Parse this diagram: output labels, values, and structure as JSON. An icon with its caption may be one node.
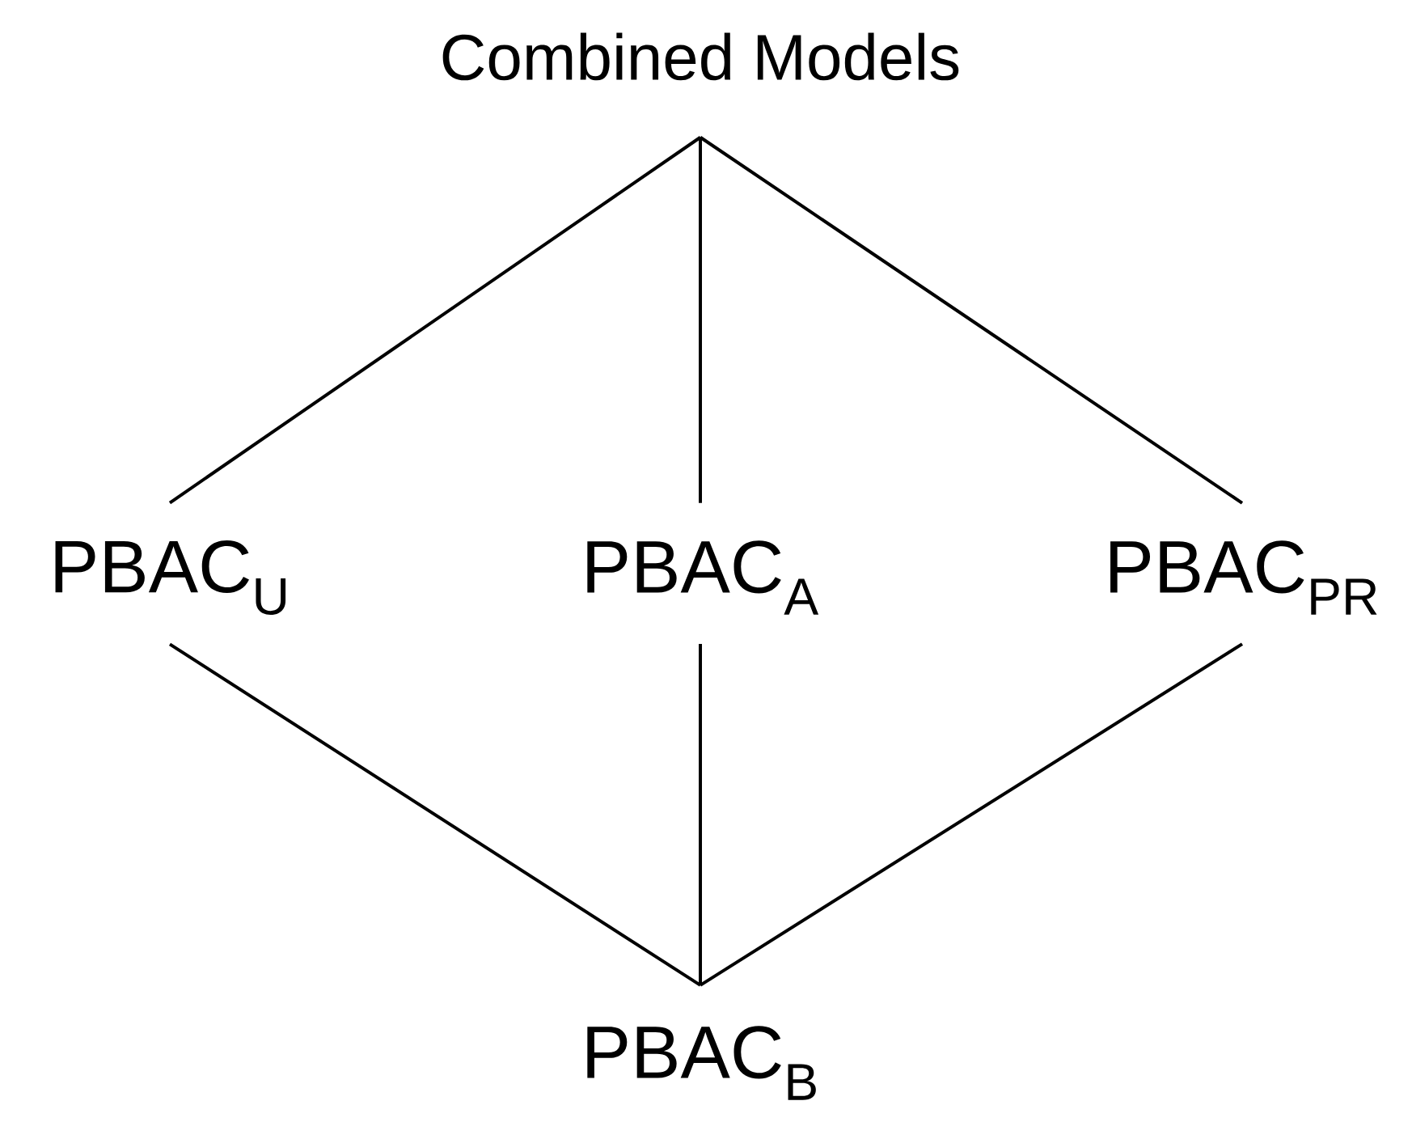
{
  "diagram": {
    "nodes": [
      {
        "text": [
          "Combined Models"
        ]
      },
      {
        "text": [
          "PBAC$_{U}$"
        ]
      },
      {
        "text": [
          "PBAC$_{A}$"
        ]
      },
      {
        "text": [
          "PBAC$_{PR}$"
        ]
      },
      {
        "text": [
          "PBAC$_{B}$"
        ]
      }
    ],
    "edges": [
      {
        "from": 0,
        "to": 1,
        "arrow": "none"
      },
      {
        "from": 0,
        "to": 2,
        "arrow": "none"
      },
      {
        "from": 0,
        "to": 3,
        "arrow": "none"
      },
      {
        "from": 1,
        "to": 4,
        "arrow": "none"
      },
      {
        "from": 2,
        "to": 4,
        "arrow": "none"
      },
      {
        "from": 3,
        "to": 4,
        "arrow": "none"
      }
    ]
  }
}
